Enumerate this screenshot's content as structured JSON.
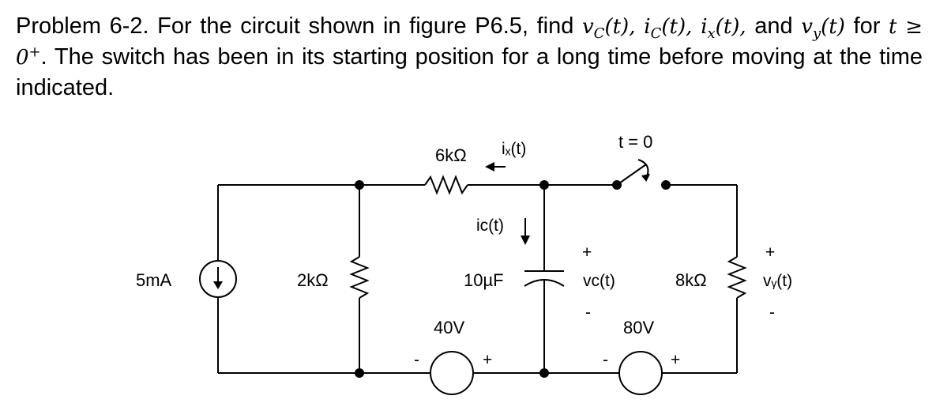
{
  "problem": {
    "lead": "Problem 6-2. For the circuit shown in figure P6.5, find ",
    "var_vc": "v",
    "var_vc_sub": "C",
    "var_vc_arg": "(t), ",
    "var_ic": "i",
    "var_ic_sub": "C",
    "var_ic_arg": "(t), ",
    "var_ix": "i",
    "var_ix_sub": "x",
    "var_ix_arg": "(t),",
    "and": " and ",
    "var_vy": "v",
    "var_vy_sub": "y",
    "var_vy_arg": "(t)",
    "for": " for ",
    "condition": "t ≥ 0",
    "condition_sup": "+",
    "condition_end": ".",
    "rest": "  The switch has been in its starting position for a long time before moving at the time indicated."
  },
  "circuit": {
    "source_current": "5mA",
    "r_2k": "2kΩ",
    "r_6k": "6kΩ",
    "r_8k": "8kΩ",
    "capacitor": "10µF",
    "v_40": "40V",
    "v_80": "80V",
    "switch_label": "t = 0",
    "ix_label": "iₓ(t)",
    "ic_label": "iᴄ(t)",
    "vc_label": "vᴄ(t)",
    "vy_label": "vᵧ(t)",
    "plus": "+",
    "minus": "-"
  }
}
